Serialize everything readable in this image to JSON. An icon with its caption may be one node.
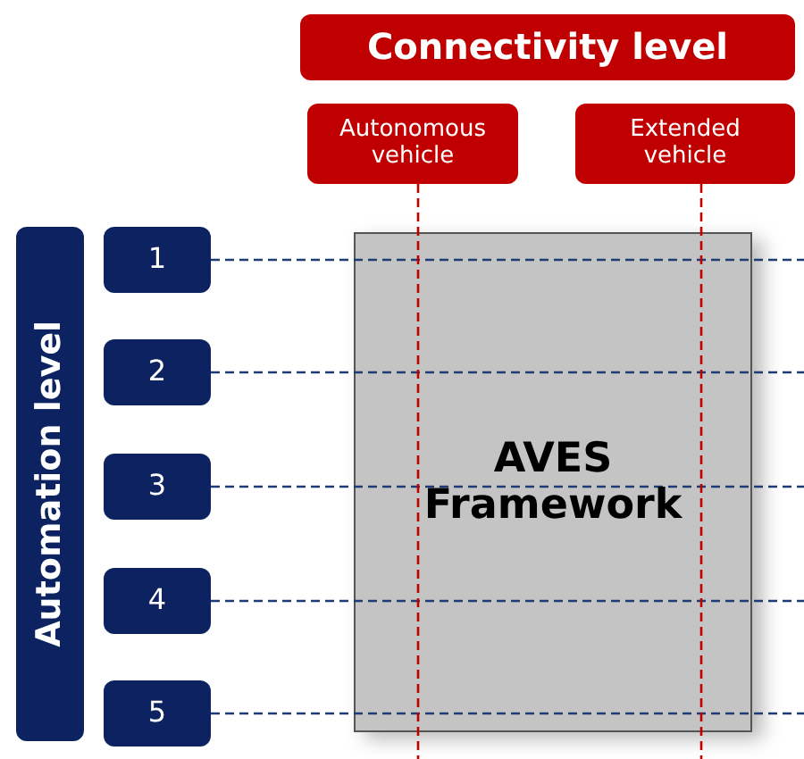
{
  "diagram": {
    "nodes": [
      {
        "text": [
          "Connectivity level"
        ]
      },
      {
        "text": [
          "Autonomous vehicle"
        ]
      },
      {
        "text": [
          "Extended vehicle"
        ]
      },
      {
        "text": [
          "Automation level"
        ]
      },
      {
        "text": [
          "1"
        ]
      },
      {
        "text": [
          "2"
        ]
      },
      {
        "text": [
          "3"
        ]
      },
      {
        "text": [
          "4"
        ]
      },
      {
        "text": [
          "5"
        ]
      },
      {
        "text": [
          "AVES Framework"
        ]
      }
    ],
    "edges": [
      {
        "from": 4,
        "to": null,
        "arrow": "none",
        "style": "dashed"
      },
      {
        "from": 5,
        "to": null,
        "arrow": "none",
        "style": "dashed"
      },
      {
        "from": 6,
        "to": null,
        "arrow": "none",
        "style": "dashed"
      },
      {
        "from": 7,
        "to": null,
        "arrow": "none",
        "style": "dashed"
      },
      {
        "from": 8,
        "to": null,
        "arrow": "none",
        "style": "dashed"
      },
      {
        "from": 1,
        "to": null,
        "arrow": "none",
        "style": "dashed",
        "color": "#c00000"
      },
      {
        "from": 2,
        "to": null,
        "arrow": "none",
        "style": "dashed",
        "color": "#c00000"
      }
    ]
  }
}
